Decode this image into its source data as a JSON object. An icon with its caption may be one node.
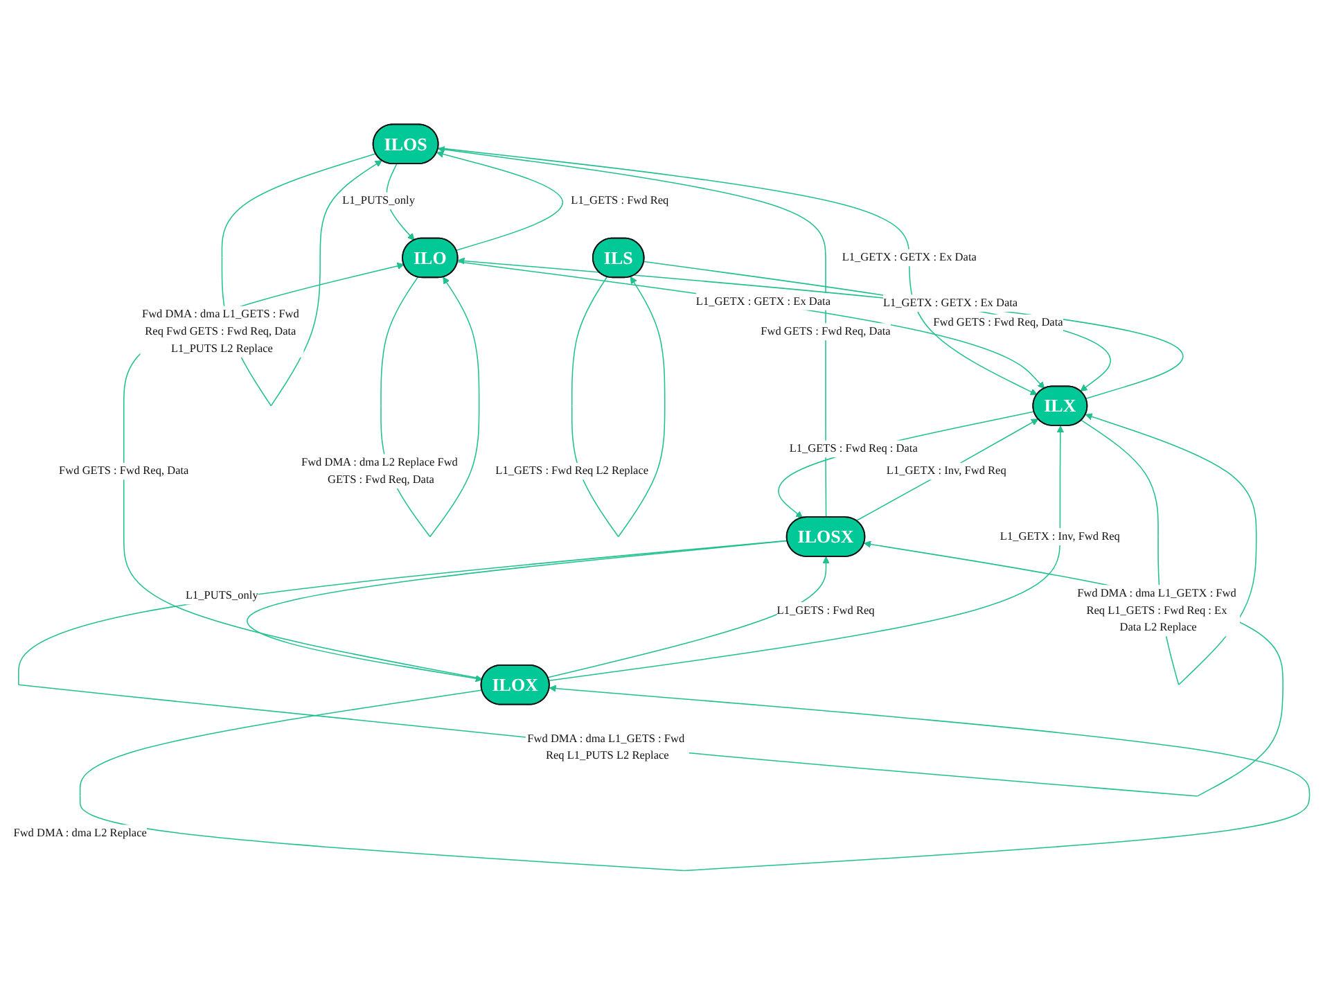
{
  "diagram": {
    "nodes": [
      {
        "text": [
          "ILOS"
        ]
      },
      {
        "text": [
          "ILO"
        ]
      },
      {
        "text": [
          "ILS"
        ]
      },
      {
        "text": [
          "ILOX"
        ]
      },
      {
        "text": [
          "ILOSX"
        ]
      },
      {
        "text": [
          "ILX"
        ]
      }
    ],
    "edges": [
      {
        "from": 0,
        "to": 0,
        "arrow": "to",
        "label": "Fwd DMA : dma L1_GETS : Fwd Req Fwd GETS : Fwd Req, Data L1_PUTS L2 Replace"
      },
      {
        "from": 0,
        "to": 1,
        "arrow": "to",
        "label": "L1_PUTS_only"
      },
      {
        "from": 1,
        "to": 0,
        "arrow": "to",
        "label": "L1_GETS : Fwd Req"
      },
      {
        "from": 1,
        "to": 1,
        "arrow": "to",
        "label": "Fwd DMA : dma L2 Replace Fwd GETS : Fwd Req, Data"
      },
      {
        "from": 0,
        "to": 5,
        "arrow": "to",
        "label": "L1_GETX : GETX : Ex Data"
      },
      {
        "from": 1,
        "to": 5,
        "arrow": "to",
        "label": "L1_GETX : GETX : Ex Data"
      },
      {
        "from": 2,
        "to": 5,
        "arrow": "to",
        "label": "L1_GETX : GETX : Ex Data"
      },
      {
        "from": 4,
        "to": 0,
        "arrow": "to",
        "label": "Fwd GETS : Fwd Req, Data"
      },
      {
        "from": 2,
        "to": 2,
        "arrow": "to",
        "label": "L1_GETS : Fwd Req L2 Replace"
      },
      {
        "from": 3,
        "to": 1,
        "arrow": "to",
        "label": "Fwd GETS : Fwd Req, Data"
      },
      {
        "from": 5,
        "to": 1,
        "arrow": "to",
        "label": "Fwd GETS : Fwd Req, Data"
      },
      {
        "from": 3,
        "to": 3,
        "arrow": "to",
        "label": "Fwd DMA : dma L2 Replace"
      },
      {
        "from": 3,
        "to": 4,
        "arrow": "to",
        "label": "L1_GETS : Fwd Req"
      },
      {
        "from": 4,
        "to": 3,
        "arrow": "to",
        "label": "L1_PUTS_only"
      },
      {
        "from": 3,
        "to": 5,
        "arrow": "to",
        "label": "L1_GETX : Inv, Fwd Req"
      },
      {
        "from": 4,
        "to": 5,
        "arrow": "to",
        "label": "L1_GETX : Inv, Fwd Req"
      },
      {
        "from": 5,
        "to": 4,
        "arrow": "to",
        "label": "L1_GETS : Fwd Req : Data"
      },
      {
        "from": 4,
        "to": 4,
        "arrow": "to",
        "label": "Fwd DMA : dma L1_GETS : Fwd Req L1_PUTS L2 Replace"
      },
      {
        "from": 5,
        "to": 5,
        "arrow": "to",
        "label": "Fwd DMA : dma L1_GETX : Fwd Req L1_GETS : Fwd Req : Ex Data L2 Replace"
      }
    ]
  }
}
